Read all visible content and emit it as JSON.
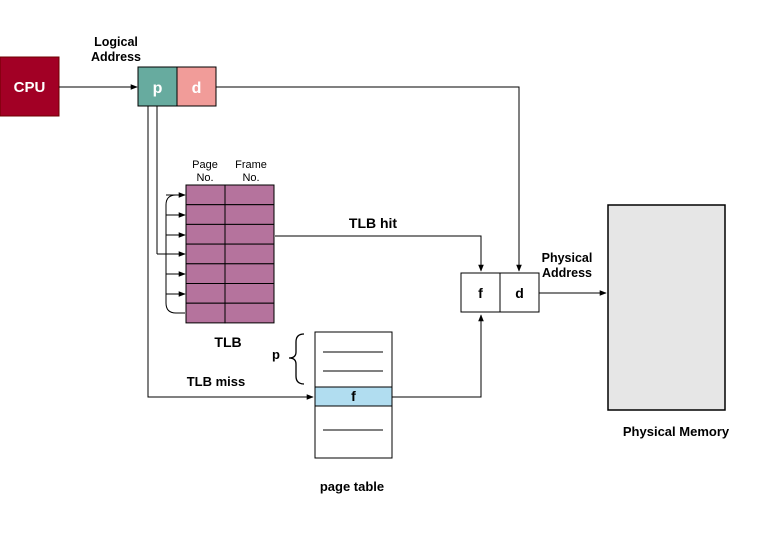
{
  "cpu": {
    "label": "CPU",
    "fill": "#a20025"
  },
  "logical_address": {
    "line1": "Logical",
    "line2": "Address"
  },
  "address_parts": {
    "p": {
      "label": "p",
      "fill": "#67ab9f"
    },
    "d": {
      "label": "d",
      "fill": "#f19c99"
    }
  },
  "tlb": {
    "title": "TLB",
    "col_page_line1": "Page",
    "col_page_line2": "No.",
    "col_frame_line1": "Frame",
    "col_frame_line2": "No.",
    "fill": "#b5739d",
    "rows": 7
  },
  "tlb_hit": "TLB hit",
  "tlb_miss": "TLB miss",
  "physical_address_box": {
    "f": "f",
    "d": "d"
  },
  "physical_address_label": {
    "line1": "Physical",
    "line2": "Address"
  },
  "physical_memory": {
    "label": "Physical Memory",
    "fill": "#e6e6e6"
  },
  "page_table": {
    "title": "page table",
    "p_label": "p",
    "f_label": "f",
    "highlight_fill": "#b1ddf0"
  }
}
